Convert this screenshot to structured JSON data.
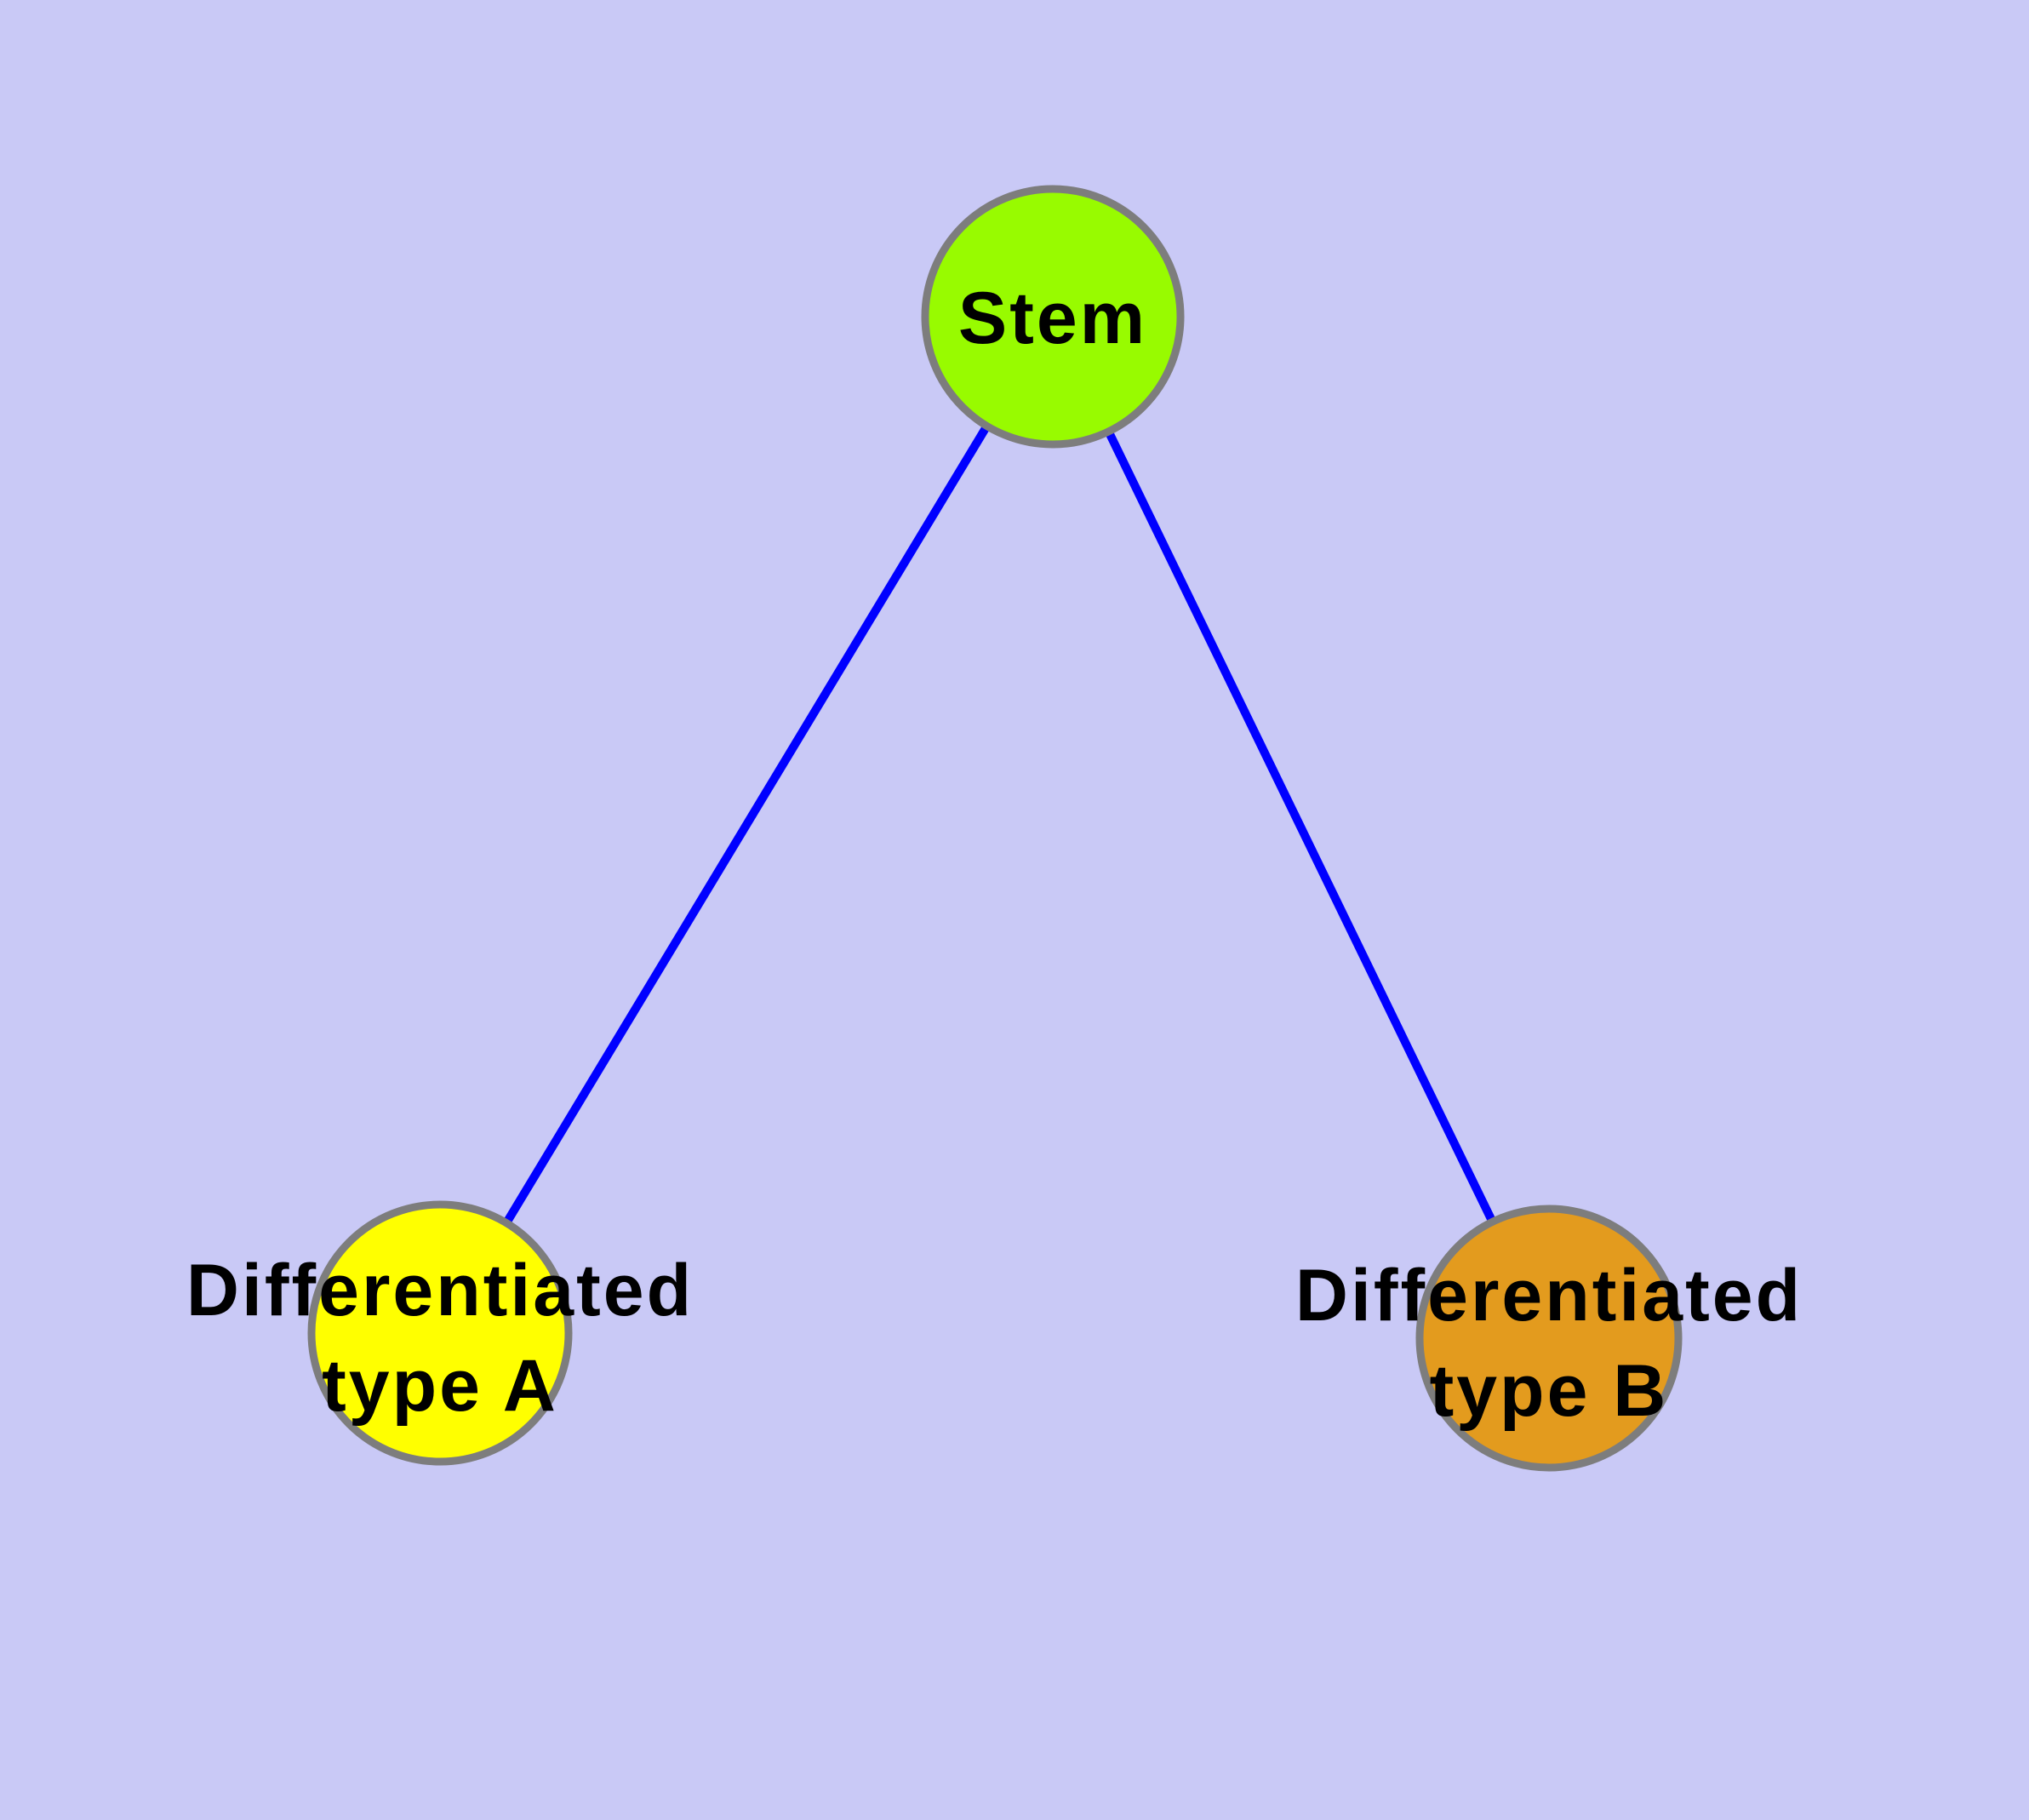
{
  "diagram": {
    "background_color": "#c9c9f6",
    "edge_color": "#0000ff",
    "node_border_color": "#7d7d7d",
    "text_color": "#000000",
    "nodes": [
      {
        "id": "stem",
        "label": "Stem",
        "fill": "#98fb00"
      },
      {
        "id": "typeA",
        "label_line1": "Differentiated",
        "label_line2": "type A",
        "fill": "#ffff00"
      },
      {
        "id": "typeB",
        "label_line1": "Differentiated",
        "label_line2": "type B",
        "fill": "#e39b1e"
      }
    ],
    "edges": [
      {
        "from": "Stem",
        "to": "Differentiated type A"
      },
      {
        "from": "Stem",
        "to": "Differentiated type B"
      }
    ]
  }
}
